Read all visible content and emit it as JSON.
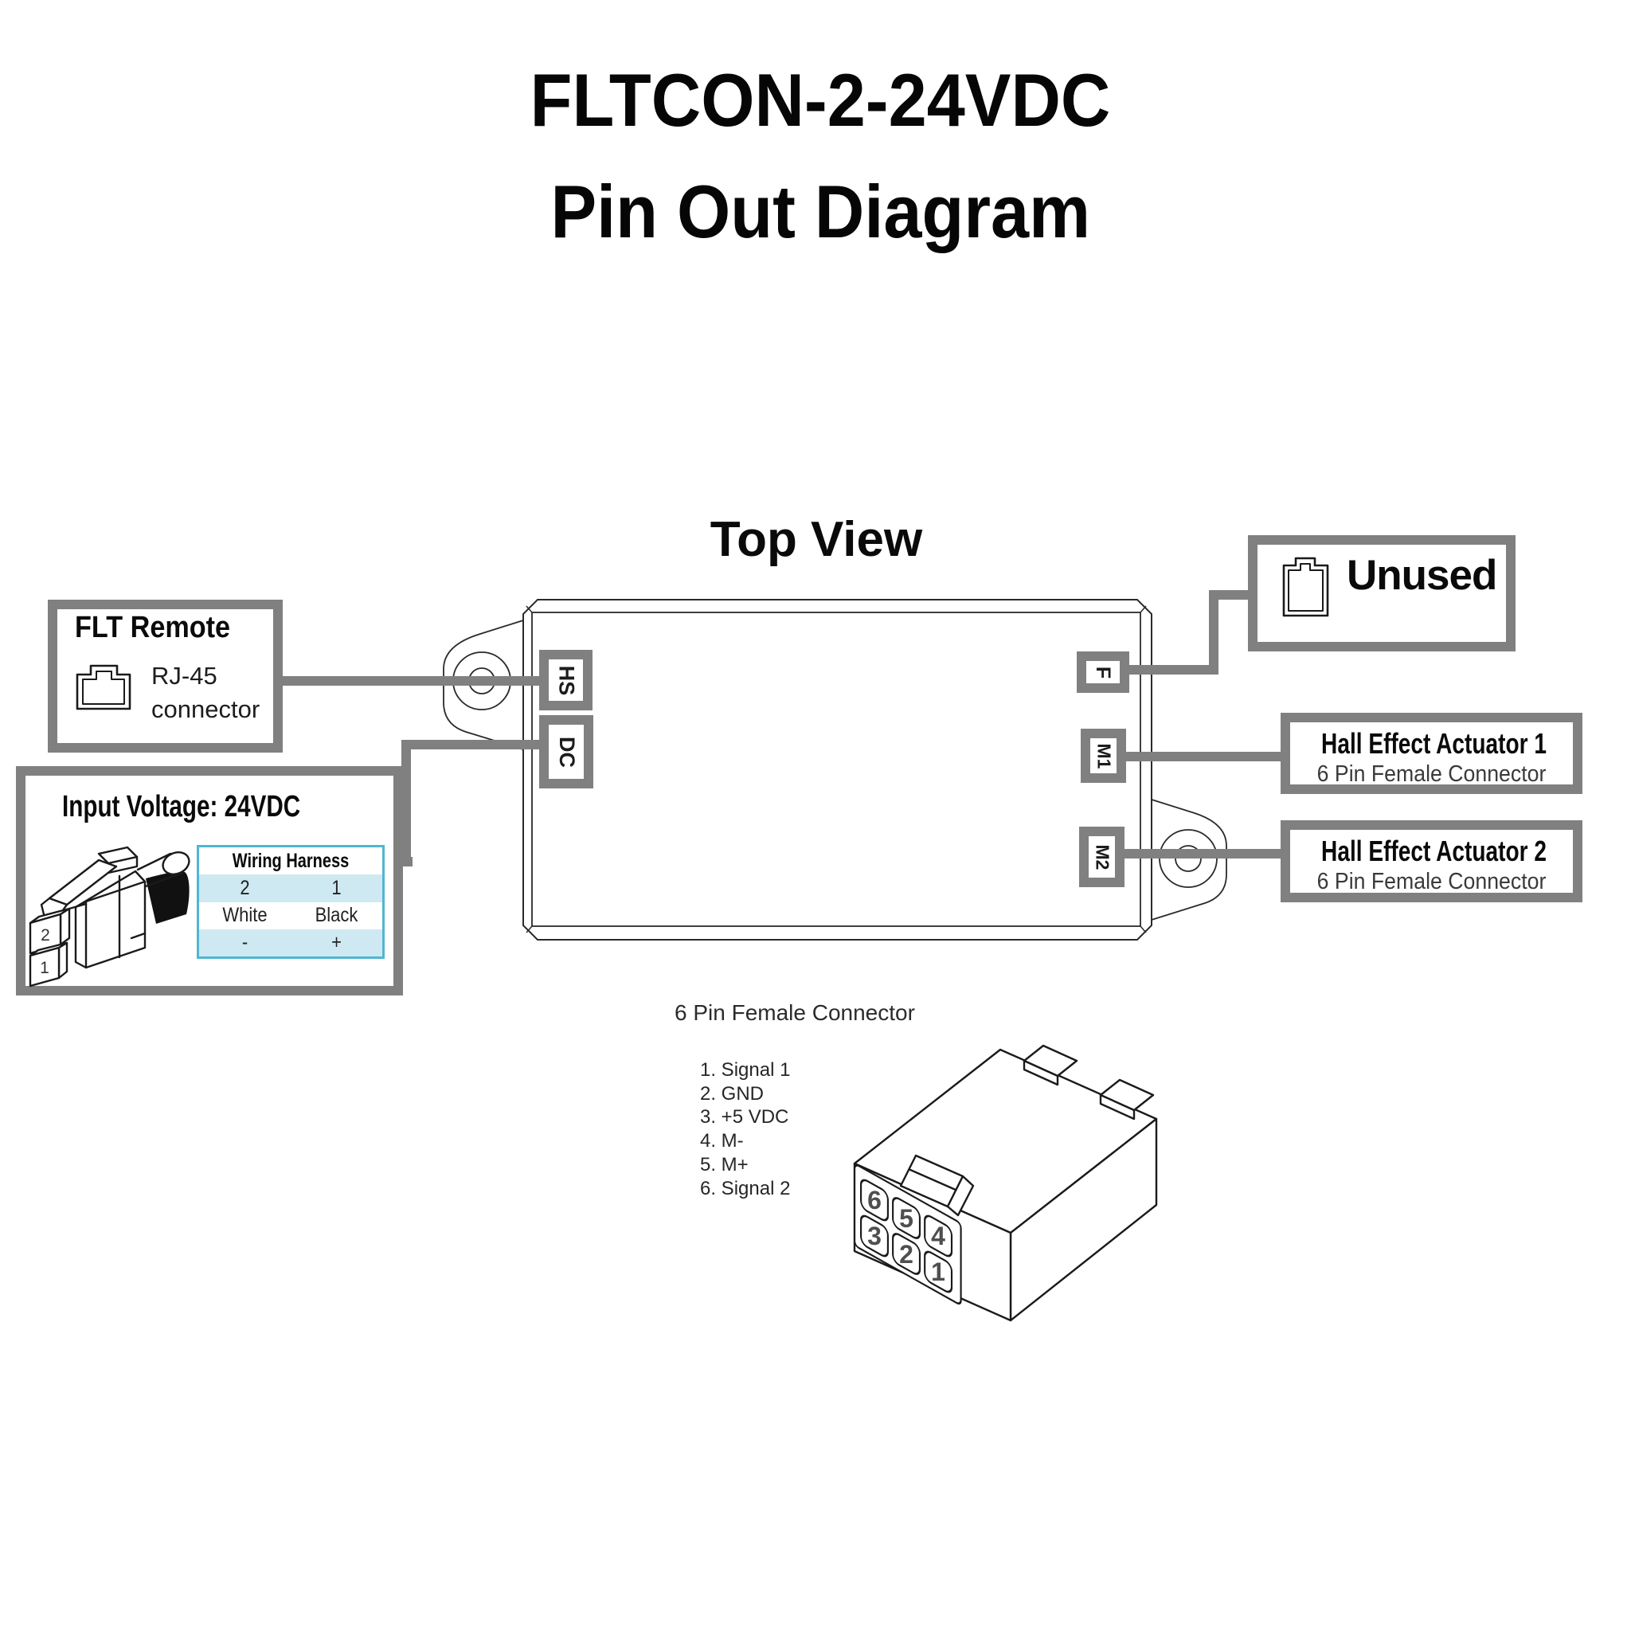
{
  "title": {
    "line1": "FLTCON-2-24VDC",
    "line2": "Pin Out Diagram"
  },
  "top_view": {
    "label": "Top View"
  },
  "controller": {
    "ports": [
      {
        "id": "hs",
        "label": "HS"
      },
      {
        "id": "dc",
        "label": "DC"
      },
      {
        "id": "f",
        "label": "F"
      },
      {
        "id": "m1",
        "label": "M1"
      },
      {
        "id": "m2",
        "label": "M2"
      }
    ]
  },
  "flt_remote": {
    "title": "FLT Remote",
    "connector_label_line1": "RJ-45",
    "connector_label_line2": "connector",
    "icon": "rj45-jack-icon"
  },
  "input_voltage": {
    "title": "Input Voltage: 24VDC",
    "plug_pin_labels": [
      "2",
      "1"
    ],
    "wiring_harness": {
      "header": "Wiring Harness",
      "rows": [
        [
          "2",
          "1"
        ],
        [
          "White",
          "Black"
        ],
        [
          "-",
          "+"
        ]
      ]
    }
  },
  "unused": {
    "label": "Unused",
    "icon": "connector-plug-icon"
  },
  "actuators": [
    {
      "title": "Hall Effect Actuator 1",
      "subtitle": "6 Pin Female Connector"
    },
    {
      "title": "Hall Effect Actuator 2",
      "subtitle": "6 Pin Female Connector"
    }
  ],
  "connector_detail": {
    "heading": "6 Pin Female Connector",
    "pin_functions": [
      "1. Signal 1",
      "2. GND",
      "3. +5 VDC",
      "4. M-",
      "5. M+",
      "6. Signal 2"
    ],
    "face_pin_numbers": [
      "6",
      "5",
      "4",
      "3",
      "2",
      "1"
    ]
  },
  "colors": {
    "frame_gray": "#808080",
    "table_border": "#4fb6d2",
    "table_row_highlight": "#cfe9f2",
    "line_art": "#1a1a1a"
  }
}
